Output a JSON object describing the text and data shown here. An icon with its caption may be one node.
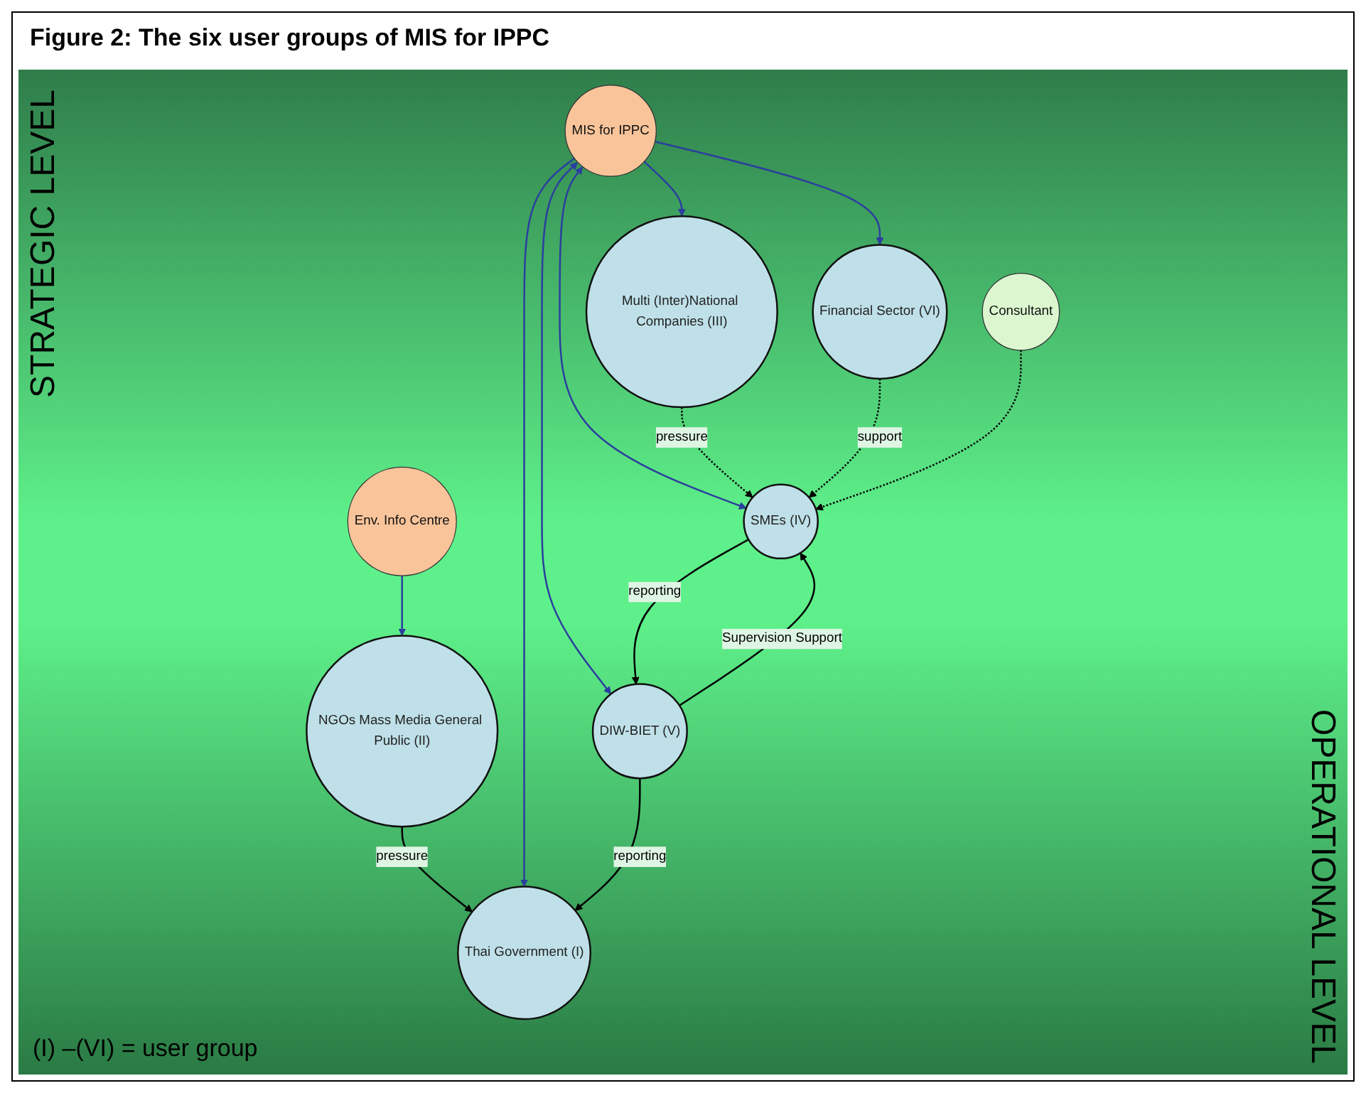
{
  "diagram": {
    "title": "Figure 2: The six user groups of MIS for IPPC",
    "nodes": [
      {
        "text": [
          "NGOs Mass Media General Public (II)"
        ]
      },
      {
        "text": [
          "Thai Government (I)"
        ]
      },
      {
        "text": [
          "Multi (Inter)National Companies (III)"
        ]
      },
      {
        "text": [
          "Env. Info Centre"
        ]
      },
      {
        "text": [
          "MIS for IPPC"
        ]
      },
      {
        "text": [
          "DIW-BIET (V)"
        ]
      },
      {
        "text": [
          "Financial Sector (VI)"
        ]
      },
      {
        "text": [
          "SMEs (IV)"
        ]
      },
      {
        "text": [
          "Consultant"
        ]
      }
    ],
    "edges": [
      {
        "from": 0,
        "to": 1,
        "arrow": "to",
        "label": "pressure"
      },
      {
        "from": 3,
        "to": 0,
        "arrow": "to",
        "color": "#2b3f9e"
      },
      {
        "from": 4,
        "to": 1,
        "arrow": "to",
        "color": "#2b3f9e"
      },
      {
        "from": 4,
        "to": 2,
        "arrow": "to",
        "color": "#2b3f9e"
      },
      {
        "from": 5,
        "to": 1,
        "arrow": "to",
        "label": "reporting"
      },
      {
        "from": 4,
        "to": 5,
        "arrow": "both",
        "color": "#2b3f9e"
      },
      {
        "from": 4,
        "to": 6,
        "arrow": "to",
        "color": "#2b3f9e"
      },
      {
        "from": 4,
        "to": 7,
        "arrow": "both",
        "color": "#2b3f9e"
      },
      {
        "from": 2,
        "to": 7,
        "arrow": "to",
        "label": "pressure",
        "style": "dashed"
      },
      {
        "from": 7,
        "to": 5,
        "arrow": "to",
        "label": "reporting"
      },
      {
        "from": 5,
        "to": 7,
        "arrow": "to",
        "label": "Supervision Support"
      },
      {
        "from": 6,
        "to": 7,
        "arrow": "to",
        "label": "support",
        "style": "dashed"
      },
      {
        "from": 8,
        "to": 7,
        "arrow": "to",
        "style": "dashed"
      }
    ],
    "labels": [
      "STRATEGIC LEVEL",
      "OPERATIONAL LEVEL",
      "(I) –(VI) = user group"
    ]
  }
}
